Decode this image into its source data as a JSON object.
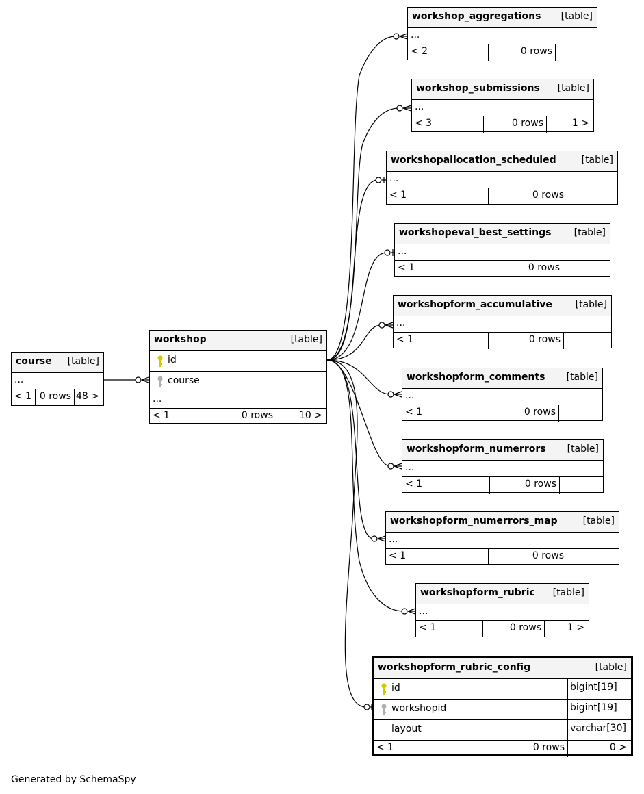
{
  "tables": {
    "course": {
      "name": "course",
      "kind": "[table]",
      "ellipsis": "...",
      "parents": "< 1",
      "rows": "0 rows",
      "children": "48 >"
    },
    "workshop": {
      "name": "workshop",
      "kind": "[table]",
      "col_id": "id",
      "col_course": "course",
      "ellipsis": "...",
      "parents": "< 1",
      "rows": "0 rows",
      "children": "10 >"
    },
    "workshop_aggregations": {
      "name": "workshop_aggregations",
      "kind": "[table]",
      "ellipsis": "...",
      "parents": "< 2",
      "rows": "0 rows",
      "children": ""
    },
    "workshop_submissions": {
      "name": "workshop_submissions",
      "kind": "[table]",
      "ellipsis": "...",
      "parents": "< 3",
      "rows": "0 rows",
      "children": "1 >"
    },
    "workshopallocation_scheduled": {
      "name": "workshopallocation_scheduled",
      "kind": "[table]",
      "ellipsis": "...",
      "parents": "< 1",
      "rows": "0 rows",
      "children": ""
    },
    "workshopeval_best_settings": {
      "name": "workshopeval_best_settings",
      "kind": "[table]",
      "ellipsis": "...",
      "parents": "< 1",
      "rows": "0 rows",
      "children": ""
    },
    "workshopform_accumulative": {
      "name": "workshopform_accumulative",
      "kind": "[table]",
      "ellipsis": "...",
      "parents": "< 1",
      "rows": "0 rows",
      "children": ""
    },
    "workshopform_comments": {
      "name": "workshopform_comments",
      "kind": "[table]",
      "ellipsis": "...",
      "parents": "< 1",
      "rows": "0 rows",
      "children": ""
    },
    "workshopform_numerrors": {
      "name": "workshopform_numerrors",
      "kind": "[table]",
      "ellipsis": "...",
      "parents": "< 1",
      "rows": "0 rows",
      "children": ""
    },
    "workshopform_numerrors_map": {
      "name": "workshopform_numerrors_map",
      "kind": "[table]",
      "ellipsis": "...",
      "parents": "< 1",
      "rows": "0 rows",
      "children": ""
    },
    "workshopform_rubric": {
      "name": "workshopform_rubric",
      "kind": "[table]",
      "ellipsis": "...",
      "parents": "< 1",
      "rows": "0 rows",
      "children": "1 >"
    },
    "workshopform_rubric_config": {
      "name": "workshopform_rubric_config",
      "kind": "[table]",
      "columns": [
        {
          "name": "id",
          "type": "bigint[19]",
          "key": "primary"
        },
        {
          "name": "workshopid",
          "type": "bigint[19]",
          "key": "foreign"
        },
        {
          "name": "layout",
          "type": "varchar[30]",
          "key": "none"
        }
      ],
      "parents": "< 1",
      "rows": "0 rows",
      "children": "0 >"
    }
  },
  "colors": {
    "primary_key": "#d4c800",
    "foreign_key": "#b0b0b0",
    "header_bg": "#f4f4f4"
  },
  "footer": "Generated by SchemaSpy"
}
